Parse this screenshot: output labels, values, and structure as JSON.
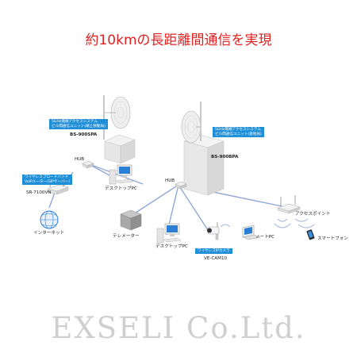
{
  "title": "約10kmの長距離間通信を実現",
  "watermark": "EXSELI Co.Ltd.",
  "left_station": {
    "tag_line1": "5GHz無線アクセスシステム",
    "tag_line2": "ビル間通信ユニット(端上移動局)",
    "model": "BS-900SPA",
    "hub": "HUB",
    "desktop": "デスクトップPC",
    "router_tag_line1": "ワイヤレスブロードバンド",
    "router_tag_line2": "VoIPルーター(SIPサーバー)",
    "router_model": "SR-7100VN",
    "internet": "インターネット"
  },
  "right_station": {
    "tag_line1": "5GHz無線アクセスシステム",
    "tag_line2": "ビル間通信ユニット(基地局)",
    "model": "BS-900BPA",
    "hub": "HUB",
    "access_point": "アクセスポイント",
    "telemeter": "テレメーター",
    "desktop": "デスクトップPC",
    "camera_tag": "ワイヤレスIPカメラ",
    "camera_model": "VE-CAM10",
    "notebook": "ノートPC",
    "smartphone": "スマートフォン"
  },
  "colors": {
    "title": "#e02020",
    "tag_bg": "#1f8fd8",
    "cable": "#8fa8d8",
    "watermark": "#cfcfcf"
  }
}
